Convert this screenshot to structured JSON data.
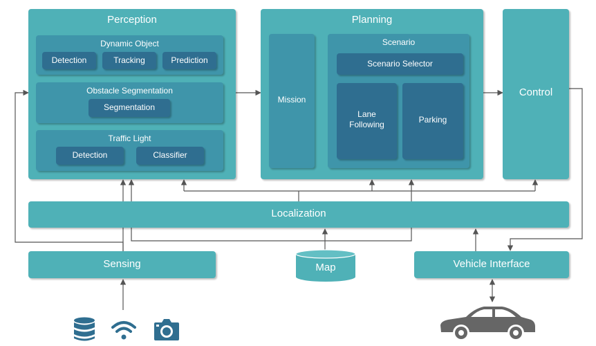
{
  "perception": {
    "title": "Perception",
    "dynamic_object": {
      "title": "Dynamic Object",
      "items": [
        "Detection",
        "Tracking",
        "Prediction"
      ]
    },
    "obstacle_segmentation": {
      "title": "Obstacle Segmentation",
      "item": "Segmentation"
    },
    "traffic_light": {
      "title": "Traffic Light",
      "items": [
        "Detection",
        "Classifier"
      ]
    }
  },
  "planning": {
    "title": "Planning",
    "mission": "Mission",
    "scenario": {
      "title": "Scenario",
      "selector": "Scenario Selector",
      "lane_following": "Lane\nFollowing",
      "parking": "Parking"
    }
  },
  "control": {
    "title": "Control"
  },
  "localization": {
    "title": "Localization"
  },
  "sensing": {
    "title": "Sensing"
  },
  "map": {
    "title": "Map"
  },
  "vehicle_interface": {
    "title": "Vehicle Interface"
  },
  "icons": [
    "database-icon",
    "wifi-icon",
    "camera-icon",
    "car-icon"
  ],
  "colors": {
    "box_light": "#4fb1b7",
    "box_mid": "#3f95aa",
    "box_dark": "#2f6e90",
    "arrow": "#555555",
    "icon": "#2f6e90",
    "car": "#666666"
  }
}
